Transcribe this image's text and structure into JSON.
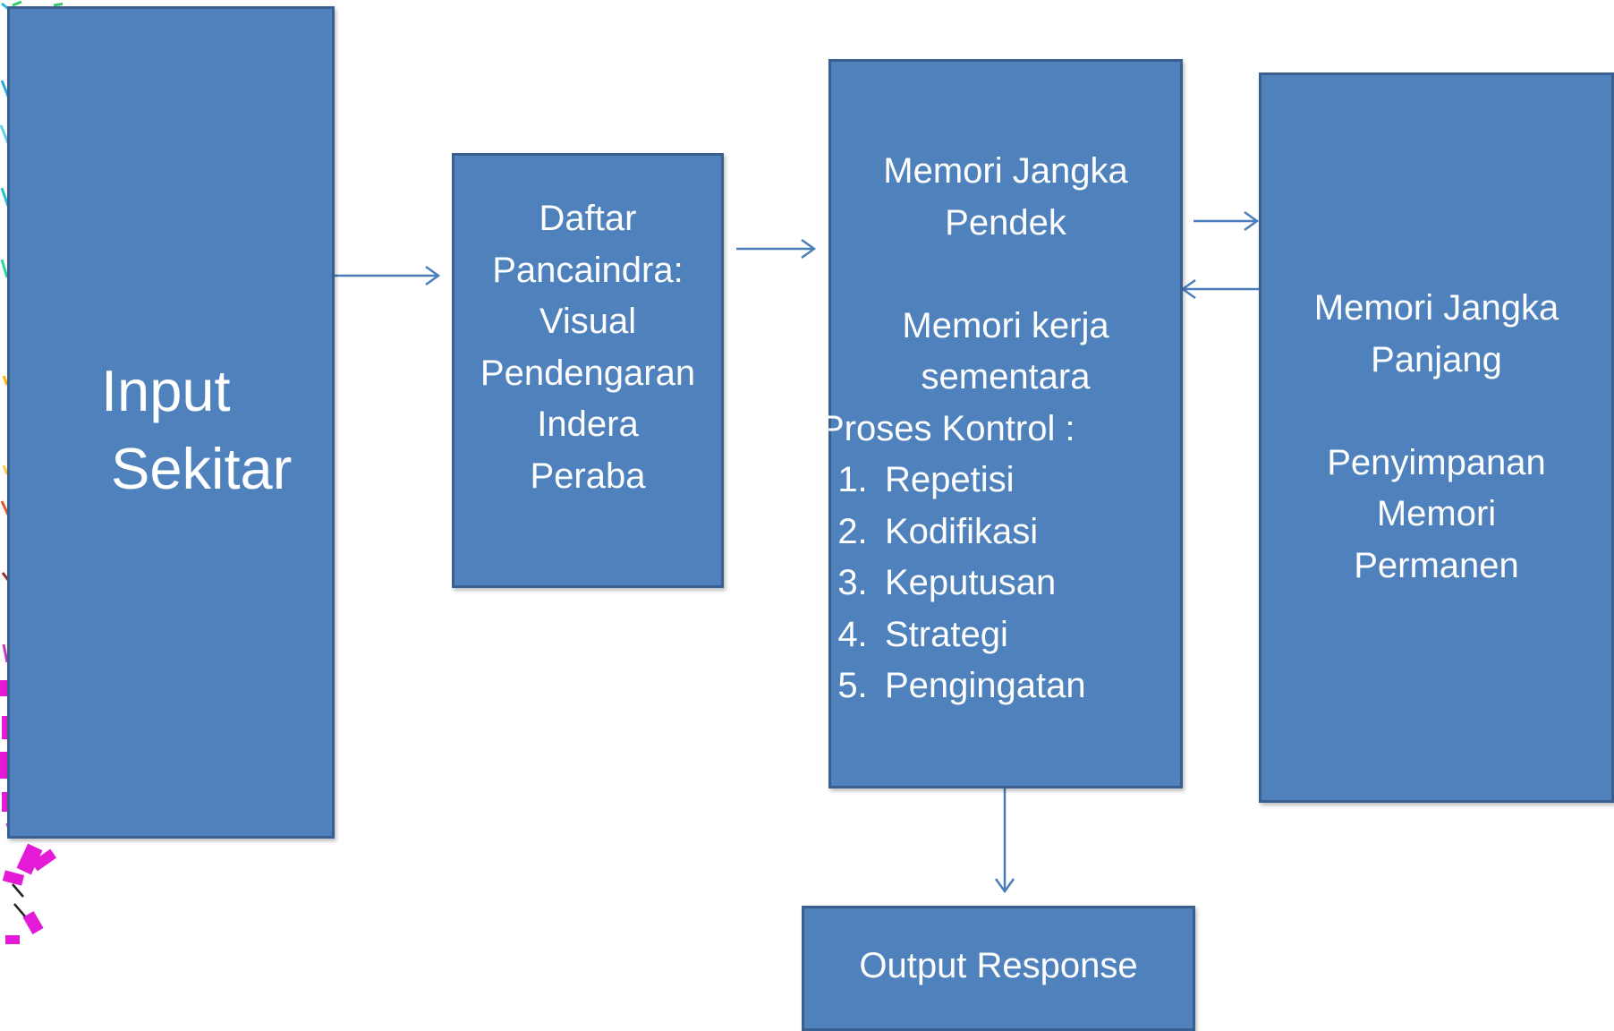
{
  "colors": {
    "box_fill": "#4f81bd",
    "box_border": "#3a5f8e",
    "arrow": "#4a7ebb",
    "text": "#ffffff",
    "background": "#ffffff"
  },
  "boxes": {
    "input": {
      "line1": "Input",
      "line2": "Sekitar"
    },
    "sensory": {
      "line1": "Daftar",
      "line2": "Pancaindra:",
      "line3": "Visual",
      "line4": "Pendengaran",
      "line5": "Indera",
      "line6": "Peraba"
    },
    "short_term": {
      "title_line1": "Memori Jangka",
      "title_line2": "Pendek",
      "sub_line1": "Memori kerja",
      "sub_line2": "sementara",
      "process_label": "Proses Kontrol :",
      "items": [
        {
          "num": "1.",
          "label": "Repetisi"
        },
        {
          "num": "2.",
          "label": "Kodifikasi"
        },
        {
          "num": "3.",
          "label": "Keputusan"
        },
        {
          "num": "4.",
          "label": "Strategi"
        },
        {
          "num": "5.",
          "label": "Pengingatan"
        }
      ]
    },
    "long_term": {
      "title_line1": "Memori Jangka",
      "title_line2": "Panjang",
      "sub_line1": "Penyimpanan",
      "sub_line2": "Memori",
      "sub_line3": "Permanen"
    },
    "output": {
      "label": "Output Response"
    }
  }
}
